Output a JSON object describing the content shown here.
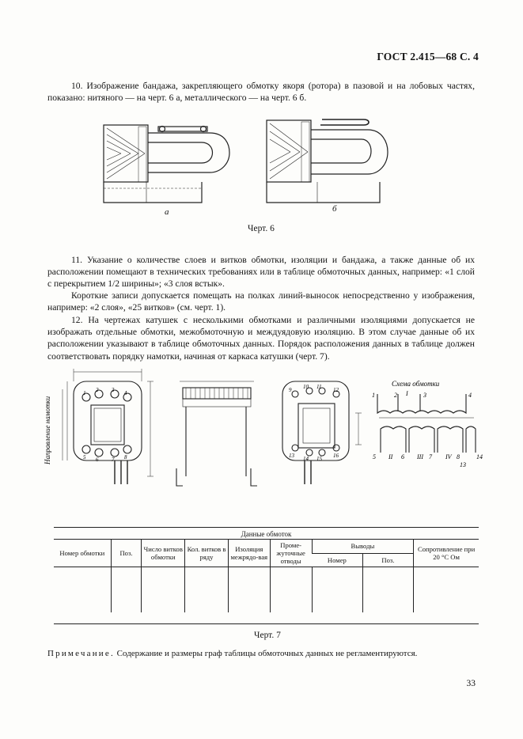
{
  "header": {
    "title": "ГОСТ 2.415—68 С. 4"
  },
  "paragraphs": {
    "p10": "10. Изображение бандажа, закрепляющего обмотку якоря (ротора) в пазовой и на лобовых частях, показано: нитяного — на черт. 6 а, металлического — на черт. 6 б.",
    "p11": "11. Указание о количестве слоев и витков обмотки, изоляции и бандажа, а также данные об их расположении помещают в технических требованиях или в таблице обмоточных данных, например: «1 слой с перекрытием 1/2 ширины»; «3 слоя встык».",
    "p11b": "Короткие записи допускается помещать на полках линий-выносок непосредственно у изображения, например: «2 слоя», «25 витков» (см. черт. 1).",
    "p12": "12. На чертежах катушек с несколькими обмотками и различными изоляциями допускается не изображать отдельные обмотки, межобмоточную и междуядовую изоляцию. В этом случае данные об их расположении указывают в таблице обмоточных данных. Порядок расположения данных в таблице должен соответствовать порядку намотки, начиная от каркаса катушки (черт. 7)."
  },
  "figure6": {
    "label_a": "а",
    "label_b": "б",
    "caption": "Черт. 6"
  },
  "figure7": {
    "side_label": "Направление намотки",
    "schema_title": "Схема обмотки",
    "left_pins_top": [
      "1",
      "2",
      "3",
      "4"
    ],
    "left_pins_bottom": [
      "5",
      "6",
      "7",
      "8"
    ],
    "right_pins_top": [
      "9",
      "10",
      "11",
      "12"
    ],
    "right_pins_bottom": [
      "13",
      "14",
      "15",
      "16"
    ],
    "schema_top_terminals": [
      "1",
      "2",
      "3",
      "4"
    ],
    "schema_bottom_terminals": [
      "5",
      "6",
      "7",
      "8",
      "13",
      "14"
    ],
    "winding_roman": [
      "I",
      "II",
      "III",
      "IV"
    ],
    "caption": "Черт. 7"
  },
  "table": {
    "title": "Данные обмоток",
    "columns": [
      "Номер обмотки",
      "Поз.",
      "Число витков обмотки",
      "Кол. витков в ряду",
      "Изоляция межрядо-вая",
      "Проме-жуточные отводы",
      "Выводы",
      "Сопротивление при 20 °С Ом"
    ],
    "subcolumns": [
      "Номер",
      "Поз."
    ]
  },
  "note": {
    "label": "Примечание.",
    "text": "Содержание и размеры граф таблицы обмоточных данных не регламентируются."
  },
  "page_number": "33"
}
